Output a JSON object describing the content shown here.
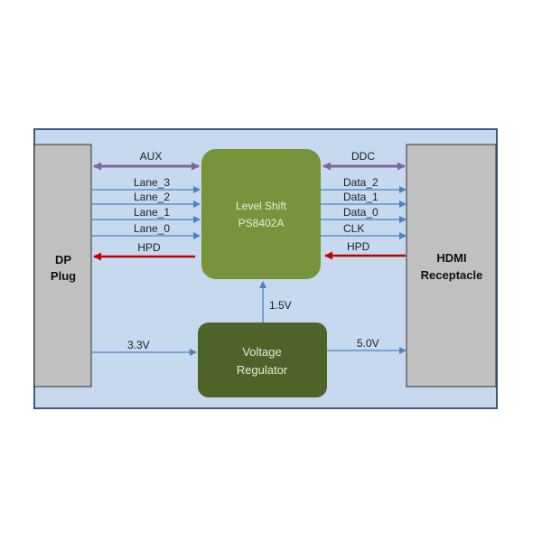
{
  "colors": {
    "background": "#c6d9ef",
    "frame": "#3d5a80",
    "connector": "#c0c0c0",
    "level_shift": "#77933c",
    "regulator": "#4f6228",
    "data_arrow": "#4f81bd",
    "bidir_arrow": "#8064a2",
    "hpd_arrow": "#c00000"
  },
  "dp_plug": {
    "line1": "DP",
    "line2": "Plug"
  },
  "hdmi": {
    "line1": "HDMI",
    "line2": "Receptacle"
  },
  "level_shift": {
    "line1": "Level Shift",
    "line2": "PS8402A"
  },
  "regulator": {
    "line1": "Voltage",
    "line2": "Regulator"
  },
  "left_signals": {
    "aux": "AUX",
    "lanes": [
      "Lane_3",
      "Lane_2",
      "Lane_1",
      "Lane_0"
    ],
    "hpd": "HPD"
  },
  "right_signals": {
    "ddc": "DDC",
    "data": [
      "Data_2",
      "Data_1",
      "Data_0",
      "CLK"
    ],
    "hpd": "HPD"
  },
  "power": {
    "input": "3.3V",
    "chip": "1.5V",
    "output": "5.0V"
  }
}
